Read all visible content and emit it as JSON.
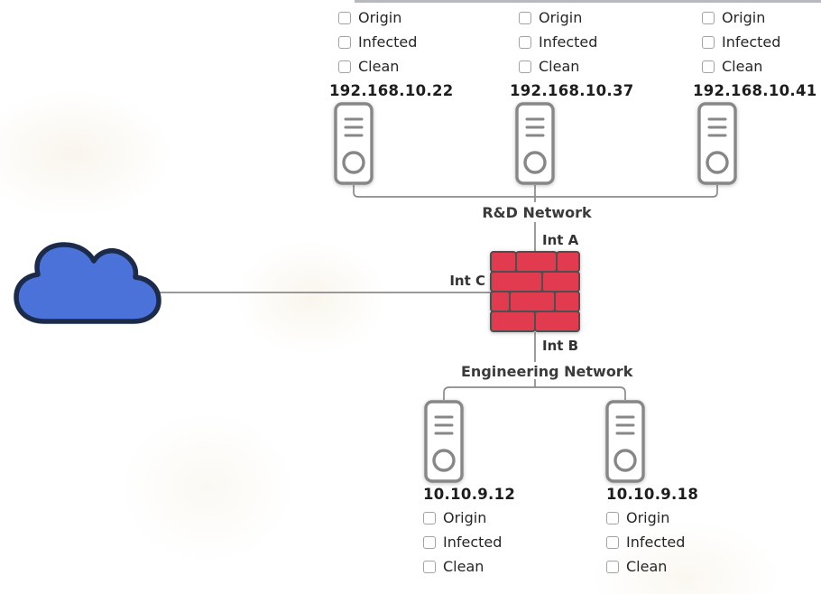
{
  "colors": {
    "firewall_red": "#e23a4e",
    "firewall_mortar": "#4f4f4f",
    "cloud_fill": "#4a72d8",
    "cloud_stroke": "#1c2b4a",
    "wire_gray": "#8b8b8b",
    "server_gray": "#878787"
  },
  "options": {
    "origin": "Origin",
    "infected": "Infected",
    "clean": "Clean"
  },
  "networks": {
    "rnd": {
      "label": "R&D Network"
    },
    "engineering": {
      "label": "Engineering Network"
    }
  },
  "firewall": {
    "int_a": "Int A",
    "int_b": "Int B",
    "int_c": "Int C"
  },
  "hosts": {
    "rnd": [
      {
        "ip": "192.168.10.22",
        "origin_checked": false,
        "infected_checked": false,
        "clean_checked": false
      },
      {
        "ip": "192.168.10.37",
        "origin_checked": false,
        "infected_checked": false,
        "clean_checked": false
      },
      {
        "ip": "192.168.10.41",
        "origin_checked": false,
        "infected_checked": false,
        "clean_checked": false
      }
    ],
    "engineering": [
      {
        "ip": "10.10.9.12",
        "origin_checked": false,
        "infected_checked": false,
        "clean_checked": false
      },
      {
        "ip": "10.10.9.18",
        "origin_checked": false,
        "infected_checked": false,
        "clean_checked": false
      }
    ]
  }
}
